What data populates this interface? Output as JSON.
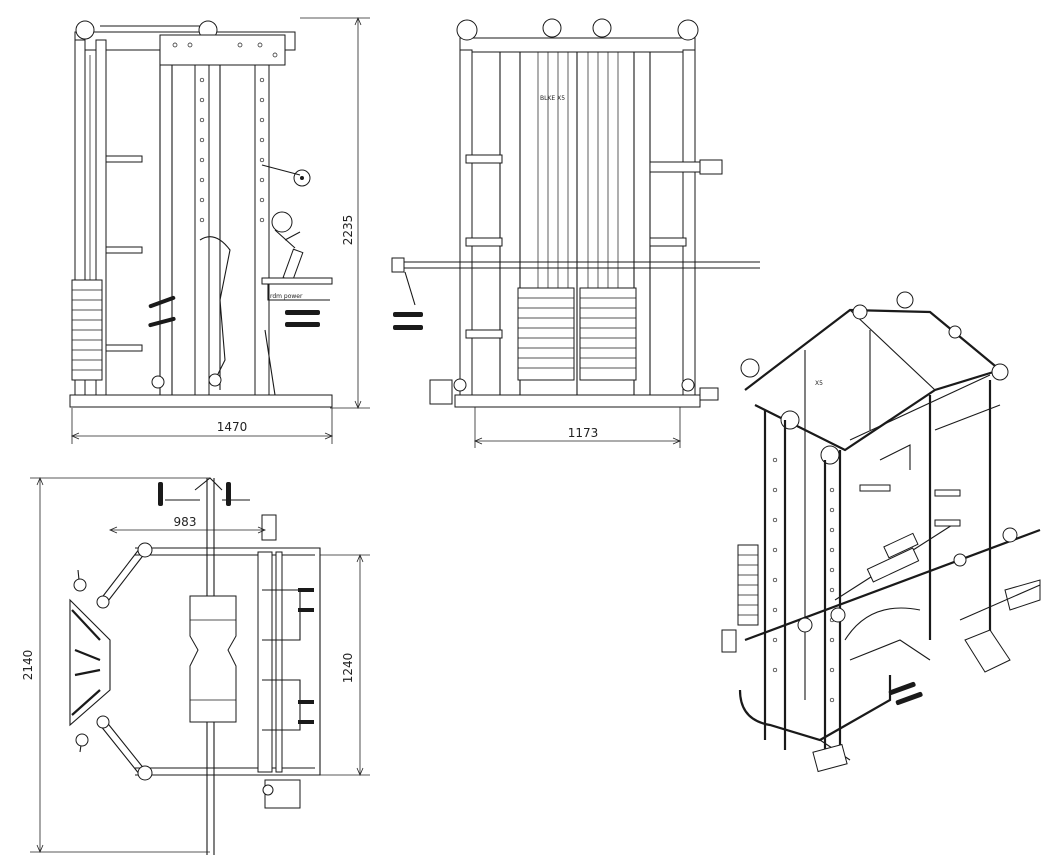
{
  "dimensions": {
    "side_height": "2235",
    "side_width": "1470",
    "front_width": "1173",
    "top_depth": "983",
    "top_length": "2140",
    "top_inner": "1240"
  },
  "branding": {
    "side_logo": "rdm power",
    "front_logo": "BLKE X5",
    "iso_logo": "X5"
  }
}
